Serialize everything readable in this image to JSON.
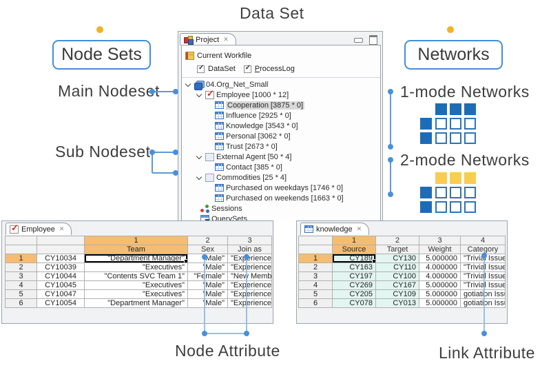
{
  "labels": {
    "data_set": "Data Set",
    "node_sets": "Node Sets",
    "networks": "Networks",
    "main_nodeset": "Main Nodeset",
    "sub_nodeset": "Sub Nodeset",
    "one_mode_networks": "1-mode Networks",
    "two_mode_networks": "2-mode Networks",
    "node_attribute": "Node Attribute",
    "link_attribute": "Link Attribute"
  },
  "colors": {
    "annotation_blue_border": "#3f8fd8",
    "connector_blue": "#5b9bd5",
    "dot_blue": "#4a90d8",
    "dot_yellow": "#f3b124",
    "matrix_blue": "#1e6cb5",
    "matrix_yellow": "#f8cd51",
    "header_orange": "#f5bd72",
    "cell_cyan": "#e2f5f1"
  },
  "project_panel": {
    "tab_label": "Project",
    "close_glyph": "✕",
    "workfile_label": "Current Workfile",
    "checkbox_dataset": "DataSet",
    "checkbox_processlog": "ProcessLog",
    "check_glyph": "✓",
    "tree": [
      {
        "label": "04.Org_Net_Small"
      },
      {
        "label": "Employee [1000 * 12]"
      },
      {
        "label": "Cooperation [3875 * 0]"
      },
      {
        "label": "Influence [2925 * 0]"
      },
      {
        "label": "Knowledge [3543 * 0]"
      },
      {
        "label": "Personal [3062 * 0]"
      },
      {
        "label": "Trust [2673 * 0]"
      },
      {
        "label": "External Agent [50 * 4]"
      },
      {
        "label": "Contact [385 * 0]"
      },
      {
        "label": "Commodities [25 * 4]"
      },
      {
        "label": "Purchased on weekdays [1746 * 0]"
      },
      {
        "label": "Purchased on weekends [1663 * 0]"
      },
      {
        "label": "Sessions"
      },
      {
        "label": "QuerySets"
      }
    ]
  },
  "employee_table": {
    "tab_label": "Employee",
    "close_glyph": "✕",
    "col_numbers": [
      "1",
      "2",
      "3"
    ],
    "col_names": [
      "Team",
      "Sex",
      "Join as"
    ],
    "rows": [
      {
        "n": "1",
        "id": "CY10034",
        "team": "\"Department Manager\"",
        "sex": "\"Male\"",
        "join_as": "\"Experienced\""
      },
      {
        "n": "2",
        "id": "CY10039",
        "team": "\"Executives\"",
        "sex": "\"Male\"",
        "join_as": "\"Experienced\""
      },
      {
        "n": "3",
        "id": "CY10044",
        "team": "\"Contents SVC Team 1\"",
        "sex": "\"Female\"",
        "join_as": "\"New Member\""
      },
      {
        "n": "4",
        "id": "CY10045",
        "team": "\"Executives\"",
        "sex": "\"Male\"",
        "join_as": "\"Experienced\""
      },
      {
        "n": "5",
        "id": "CY10047",
        "team": "\"Executives\"",
        "sex": "\"Male\"",
        "join_as": "\"Experienced\""
      },
      {
        "n": "6",
        "id": "CY10054",
        "team": "\"Department Manager\"",
        "sex": "\"Male\"",
        "join_as": "\"Experienced\""
      }
    ]
  },
  "knowledge_table": {
    "tab_label": "knowledge",
    "close_glyph": "✕",
    "col_numbers": [
      "1",
      "2",
      "3",
      "4"
    ],
    "col_names": [
      "Source",
      "Target",
      "Weight",
      "Category"
    ],
    "rows": [
      {
        "n": "1",
        "source": "CY189",
        "target": "CY130",
        "weight": "5.000000",
        "category": "\"Trivial Issues\""
      },
      {
        "n": "2",
        "source": "CY163",
        "target": "CY110",
        "weight": "4.000000",
        "category": "\"Trivial Issues\""
      },
      {
        "n": "3",
        "source": "CY197",
        "target": "CY100",
        "weight": "4.000000",
        "category": "\"Trivial Issues\""
      },
      {
        "n": "4",
        "source": "CY269",
        "target": "CY167",
        "weight": "5.000000",
        "category": "\"Trivial Issues\""
      },
      {
        "n": "5",
        "source": "CY205",
        "target": "CY109",
        "weight": "5.000000",
        "category": "gotiation Issue\""
      },
      {
        "n": "6",
        "source": "CY078",
        "target": "CY013",
        "weight": "5.000000",
        "category": "gotiation Issue\""
      }
    ]
  }
}
